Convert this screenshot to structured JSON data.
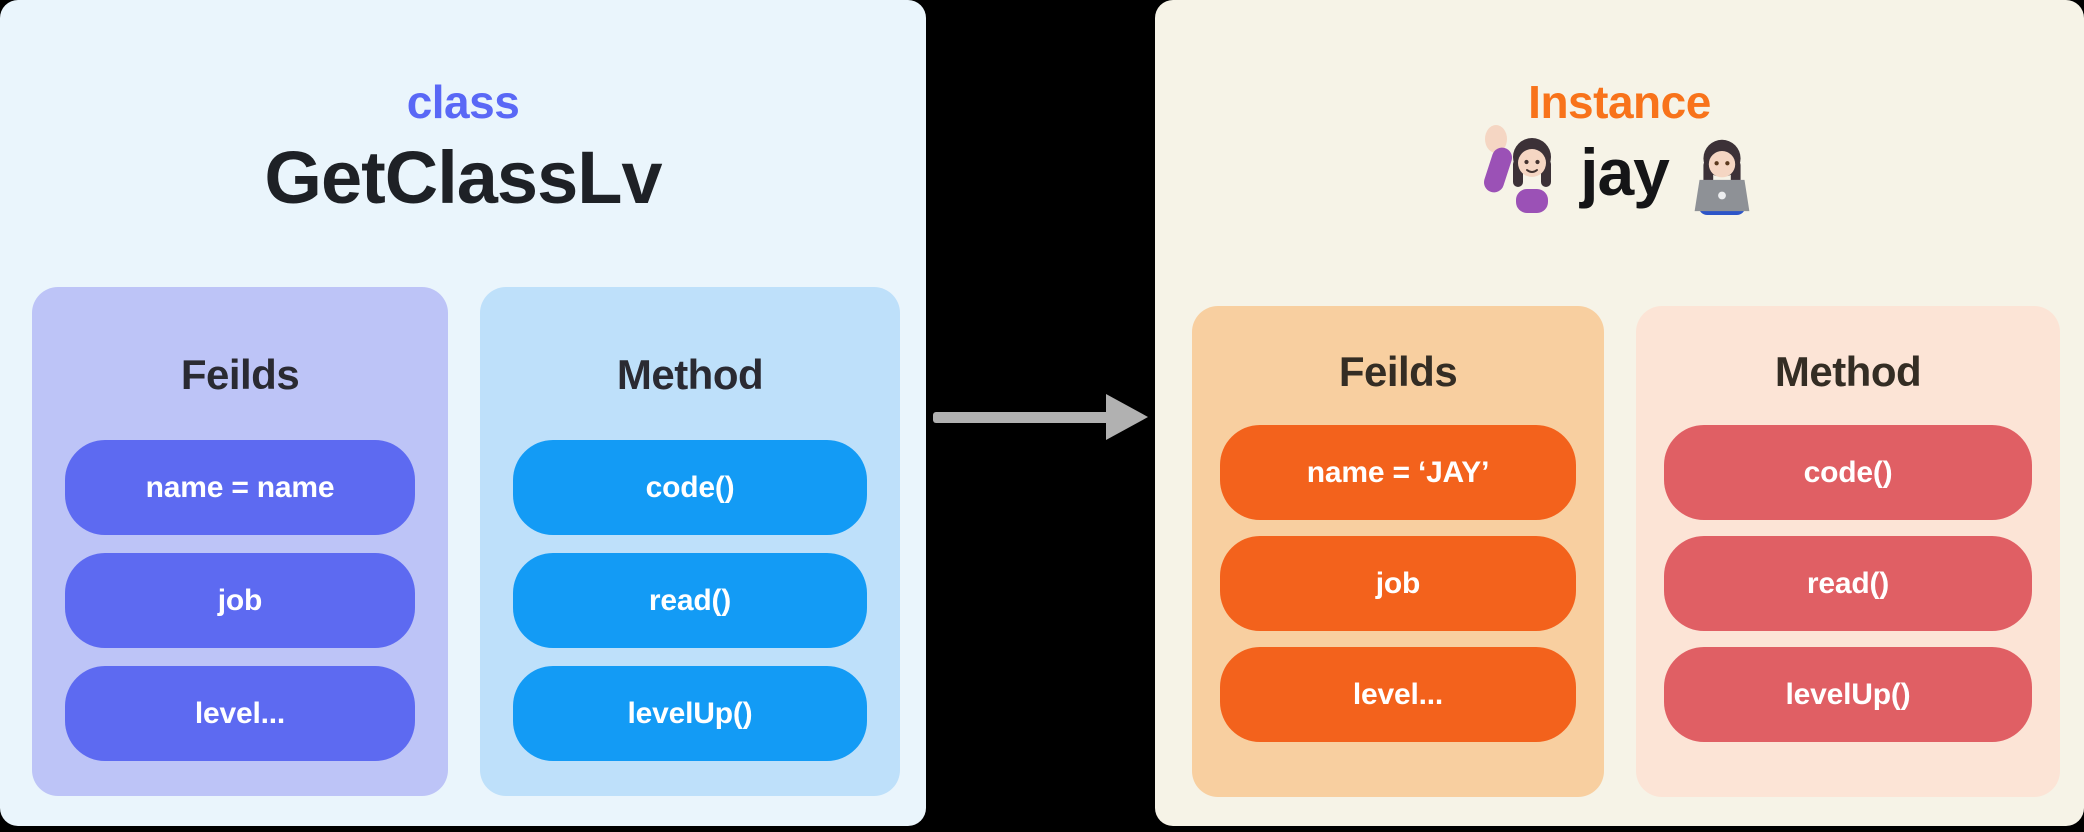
{
  "canvas": {
    "background": "#000000"
  },
  "class_panel": {
    "kicker": "class",
    "kicker_color": "#5A68F6",
    "title": "GetClassLv",
    "bg": "#EAF5FC",
    "fields_box": {
      "heading": "Feilds",
      "bg": "#BDC4F7",
      "pill_bg": "#5D6AF1",
      "pills": [
        "name = name",
        "job",
        "level..."
      ]
    },
    "method_box": {
      "heading": "Method",
      "bg": "#BEE0FA",
      "pill_bg": "#139BF5",
      "pills": [
        "code()",
        "read()",
        "levelUp()"
      ]
    }
  },
  "arrow": {
    "color": "#B1B1B1",
    "direction": "right"
  },
  "instance_panel": {
    "kicker": "Instance",
    "kicker_color": "#F8731B",
    "title": "jay",
    "left_emoji": "woman-raising-hand-emoji",
    "right_emoji": "woman-technologist-emoji",
    "bg": "#F6F3E7",
    "fields_box": {
      "heading": "Feilds",
      "bg": "#F8CFA0",
      "pill_bg": "#F3621C",
      "pills": [
        "name = ‘JAY’",
        "job",
        "level..."
      ]
    },
    "method_box": {
      "heading": "Method",
      "bg": "#FCE4D6",
      "pill_bg": "#E05F64",
      "pills": [
        "code()",
        "read()",
        "levelUp()"
      ]
    }
  }
}
